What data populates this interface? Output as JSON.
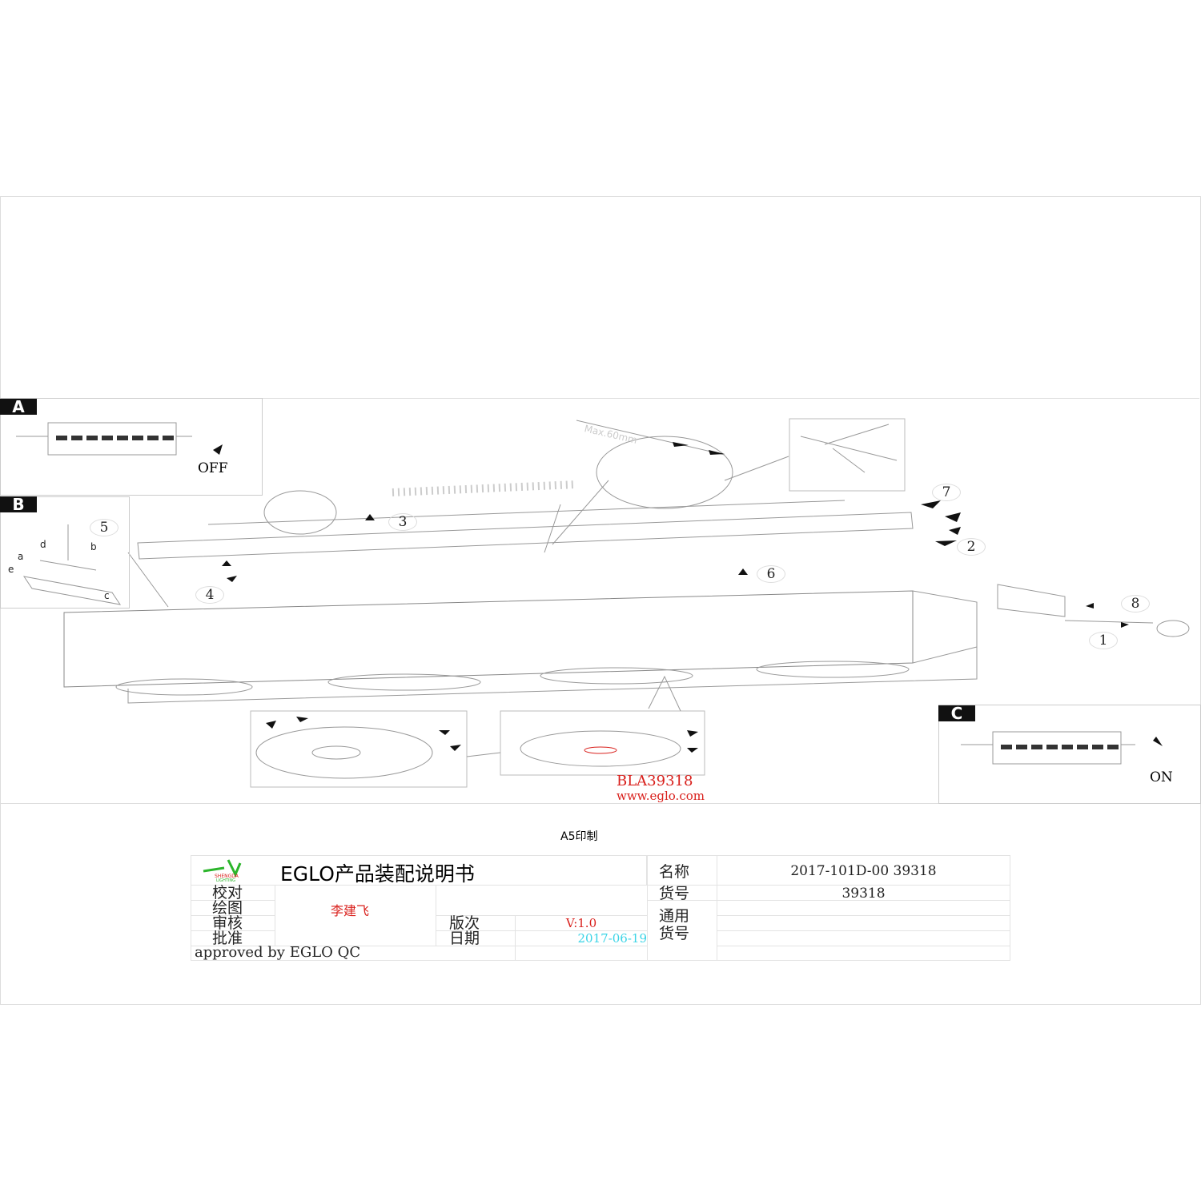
{
  "diagram": {
    "panel_a": {
      "tag": "A",
      "state": "OFF"
    },
    "panel_b": {
      "tag": "B",
      "step": "5",
      "labels": [
        "a",
        "b",
        "c",
        "d",
        "e"
      ]
    },
    "panel_c": {
      "tag": "C",
      "state": "ON"
    },
    "dimension": "Max.60mm",
    "steps": [
      "1",
      "2",
      "3",
      "4",
      "6",
      "7",
      "8"
    ],
    "model_code": "BLA39318",
    "website": "www.eglo.com"
  },
  "print_note": "A5印制",
  "title_block": {
    "title": "EGLO产品装配说明书",
    "logo_text": "SHENGDA LIGHTING",
    "rows": {
      "check": "校对",
      "draw": "绘图",
      "review": "审核",
      "approve": "批准"
    },
    "drawer": "李建飞",
    "version_label": "版次",
    "version": "V:1.0",
    "date_label": "日期",
    "date": "2017-06-19",
    "approved": "approved by EGLO QC",
    "name_label": "名称",
    "name": "2017-101D-00 39318",
    "item_label": "货号",
    "item": "39318",
    "general_label": "通用\n货号"
  },
  "colors": {
    "red": "#d9201c",
    "cyan": "#3ad4e6",
    "green": "#2bb52b"
  }
}
